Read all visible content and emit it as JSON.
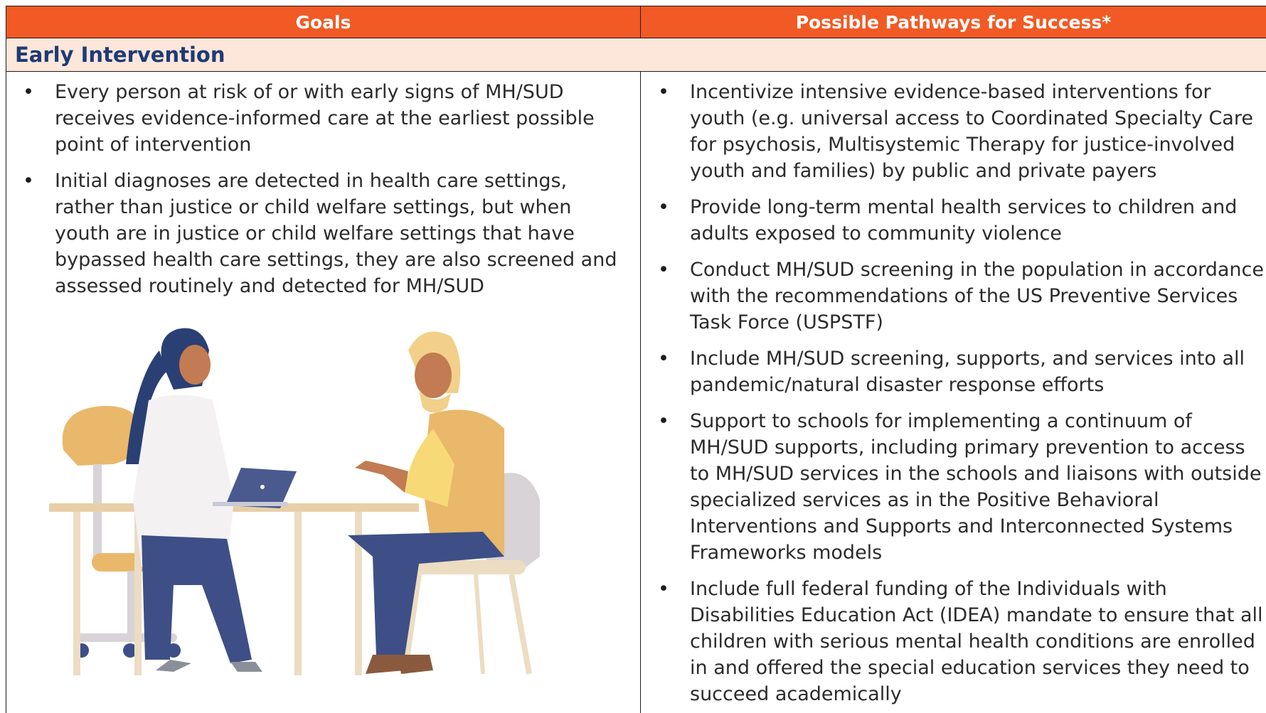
{
  "header": {
    "goals": "Goals",
    "pathways": "Possible Pathways for Success*"
  },
  "section": {
    "title": "Early Intervention"
  },
  "goals": [
    "Every person at risk of or with early signs of MH/SUD receives evidence-informed care at the earliest possible point of intervention",
    "Initial diagnoses are detected in health care settings, rather than justice or child welfare settings, but when youth are in justice or child welfare settings that have bypassed health care settings, they are also screened and assessed routinely and detected for MH/SUD"
  ],
  "pathways": [
    "Incentivize intensive evidence-based interventions for youth (e.g. universal access to Coordinated Specialty Care for psychosis, Multisystemic Therapy for justice-involved youth and families) by public and private payers",
    "Provide long-term mental health services to children and adults exposed to community violence",
    "Conduct MH/SUD screening in the population in accordance with the recommendations of the US Preventive Services Task Force (USPSTF)",
    "Include MH/SUD screening, supports, and services into all pandemic/natural disaster response efforts",
    "Support to schools for implementing a continuum of MH/SUD supports, including primary prevention to access to MH/SUD services in the schools and liaisons with outside specialized services as in the Positive Behavioral Interventions and Supports and Interconnected Systems Frameworks models",
    "Include full federal funding of the Individuals with Disabilities Education Act (IDEA) mandate to ensure that all children with serious mental health conditions are enrolled in and offered the special education services they need to succeed academically"
  ],
  "colors": {
    "header_bg": "#f15a24",
    "section_bg": "#fde6da",
    "section_text": "#1f3b73",
    "doctor_pants": "#3d4f86",
    "patient_shirt": "#f8d978",
    "chair": "#e9b86a"
  },
  "illustration": {
    "icon": "doctor-patient-consultation-icon"
  }
}
